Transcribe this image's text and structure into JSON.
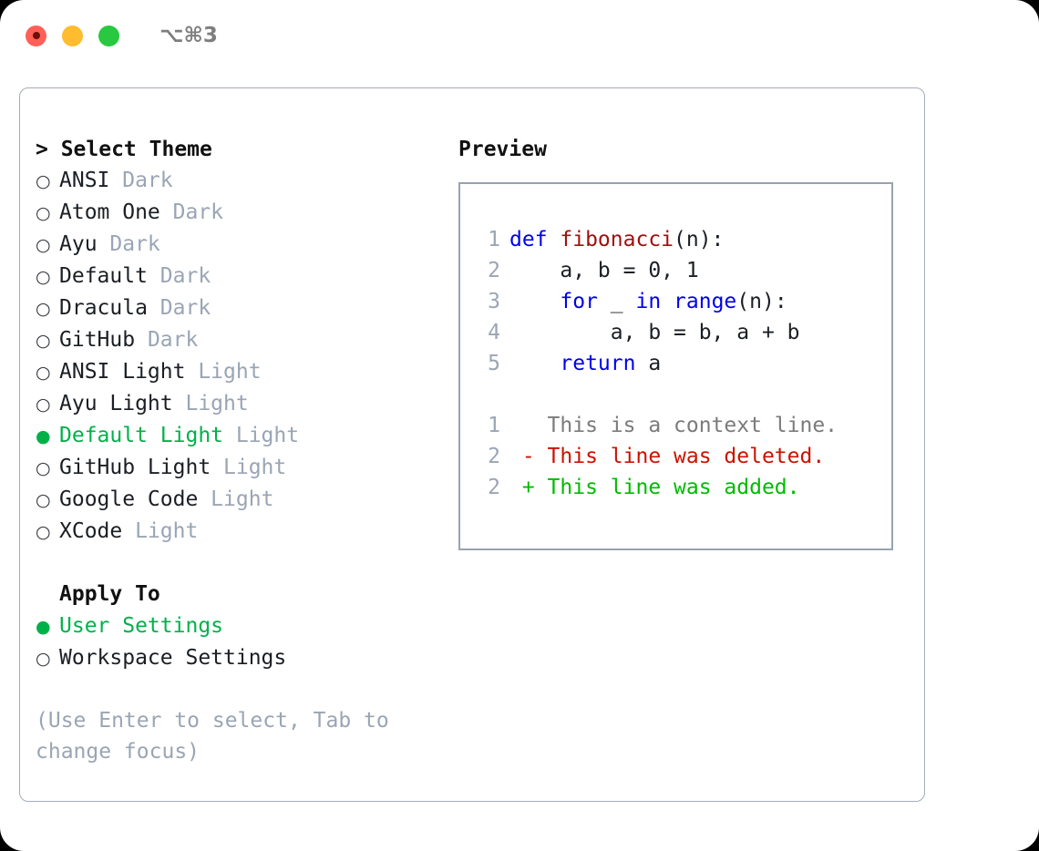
{
  "titlebar": {
    "lights": [
      {
        "name": "close-button",
        "color": "#ff5f57"
      },
      {
        "name": "minimize-button",
        "color": "#febc2e"
      },
      {
        "name": "maximize-button",
        "color": "#28c840"
      }
    ],
    "shortcut": "⌥⌘3"
  },
  "theme_picker": {
    "header": "> Select Theme",
    "items": [
      {
        "marker": "○",
        "label": "ANSI",
        "suffix": " Dark",
        "selected": false
      },
      {
        "marker": "○",
        "label": "Atom One",
        "suffix": " Dark",
        "selected": false
      },
      {
        "marker": "○",
        "label": "Ayu",
        "suffix": " Dark",
        "selected": false
      },
      {
        "marker": "○",
        "label": "Default",
        "suffix": " Dark",
        "selected": false
      },
      {
        "marker": "○",
        "label": "Dracula",
        "suffix": " Dark",
        "selected": false
      },
      {
        "marker": "○",
        "label": "GitHub",
        "suffix": " Dark",
        "selected": false
      },
      {
        "marker": "○",
        "label": "ANSI Light",
        "suffix": " Light",
        "selected": false
      },
      {
        "marker": "○",
        "label": "Ayu Light",
        "suffix": " Light",
        "selected": false
      },
      {
        "marker": "●",
        "label": "Default Light",
        "suffix": " Light",
        "selected": true
      },
      {
        "marker": "○",
        "label": "GitHub Light",
        "suffix": " Light",
        "selected": false
      },
      {
        "marker": "○",
        "label": "Google Code",
        "suffix": " Light",
        "selected": false
      },
      {
        "marker": "○",
        "label": "XCode",
        "suffix": " Light",
        "selected": false
      }
    ]
  },
  "apply_to": {
    "header": "Apply To",
    "items": [
      {
        "marker": "●",
        "label": "User Settings",
        "selected": true
      },
      {
        "marker": "○",
        "label": "Workspace Settings",
        "selected": false
      }
    ]
  },
  "hint": "(Use Enter to select, Tab to change focus)",
  "preview": {
    "title": "Preview",
    "code_lines": [
      {
        "lineno": "1",
        "tokens": [
          {
            "text": "def ",
            "kind": "kw"
          },
          {
            "text": "fibonacci",
            "kind": "fn"
          },
          {
            "text": "(n):",
            "kind": "plain"
          }
        ]
      },
      {
        "lineno": "2",
        "tokens": [
          {
            "text": "    a, b = 0, 1",
            "kind": "plain"
          }
        ]
      },
      {
        "lineno": "3",
        "tokens": [
          {
            "text": "    ",
            "kind": "plain"
          },
          {
            "text": "for",
            "kind": "kw"
          },
          {
            "text": " _ ",
            "kind": "plain"
          },
          {
            "text": "in",
            "kind": "kw"
          },
          {
            "text": " ",
            "kind": "plain"
          },
          {
            "text": "range",
            "kind": "kw"
          },
          {
            "text": "(n):",
            "kind": "plain"
          }
        ]
      },
      {
        "lineno": "4",
        "tokens": [
          {
            "text": "        a, b = b, a + b",
            "kind": "plain"
          }
        ]
      },
      {
        "lineno": "5",
        "tokens": [
          {
            "text": "    ",
            "kind": "plain"
          },
          {
            "text": "return",
            "kind": "kw"
          },
          {
            "text": " a",
            "kind": "plain"
          }
        ]
      }
    ],
    "diff_lines": [
      {
        "lineno": "1",
        "text": "   This is a context line.",
        "kind": "ctx"
      },
      {
        "lineno": "2",
        "text": " - This line was deleted.",
        "kind": "del"
      },
      {
        "lineno": "2",
        "text": " + This line was added.",
        "kind": "add"
      }
    ]
  },
  "colors": {
    "accent_green": "#00b14a",
    "keyword_blue": "#0000ee",
    "function_red": "#a01010",
    "diff_delete": "#cc1100",
    "diff_add": "#00bb00",
    "muted_gray": "#9aa5b4",
    "border": "#a3adb9"
  }
}
